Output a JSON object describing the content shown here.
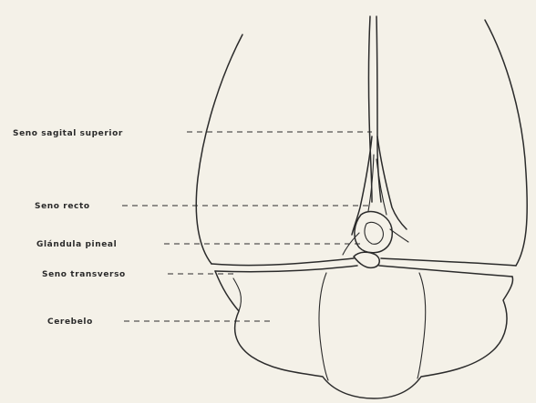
{
  "labels": {
    "superior_sagittal_sinus": "Seno sagital superior",
    "straight_sinus": "Seno recto",
    "pineal_gland": "Glándula pineal",
    "transverse_sinus": "Seno transverso",
    "cerebellum": "Cerebelo"
  },
  "colors": {
    "background": "#f4f1e8",
    "ink": "#2b2b2b"
  }
}
